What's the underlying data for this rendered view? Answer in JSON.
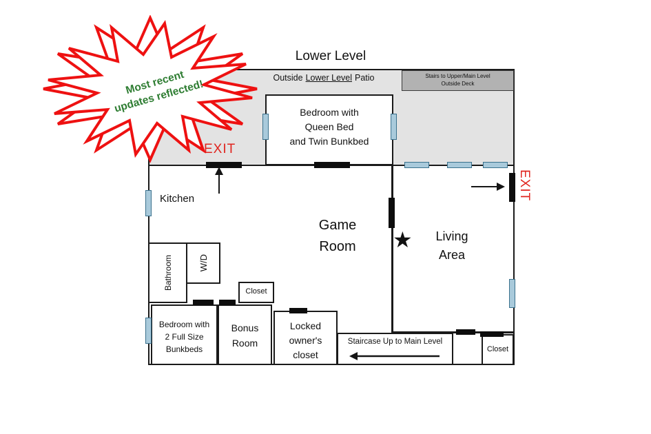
{
  "title": "Lower Level",
  "badge": {
    "text": "Most recent\nupdates reflected!"
  },
  "patio": {
    "label_prefix": "Outside",
    "label_underlined": "Lower Level",
    "label_suffix": "Patio"
  },
  "deck_stairs": {
    "label": "Stairs to Upper/Main Level\nOutside Deck"
  },
  "rooms": {
    "bedroom_queen": "Bedroom with\nQueen Bed\nand Twin Bunkbed",
    "kitchen": "Kitchen",
    "game_room": "Game\nRoom",
    "living_area": "Living\nArea",
    "bathroom": "Bathroom",
    "wd": "W/D",
    "closet_mid": "Closet",
    "bedroom_bunk": "Bedroom with\n2 Full Size\nBunkbeds",
    "bonus_room": "Bonus\nRoom",
    "owners_closet": "Locked\nowner's\ncloset",
    "staircase": "Staircase Up to Main Level",
    "closet_right": "Closet"
  },
  "exits": {
    "top": "EXIT",
    "right": "EXIT"
  },
  "symbols": {
    "star": "★"
  },
  "colors": {
    "exit_red": "#e0241e",
    "badge_outline_red": "#ee1111",
    "badge_text_green": "#2e7d32",
    "window_blue": "#a9cadb",
    "patio_gray": "#e3e3e3",
    "deck_stairs_gray": "#b2b2b2",
    "wall_black": "#1a1a1a"
  }
}
